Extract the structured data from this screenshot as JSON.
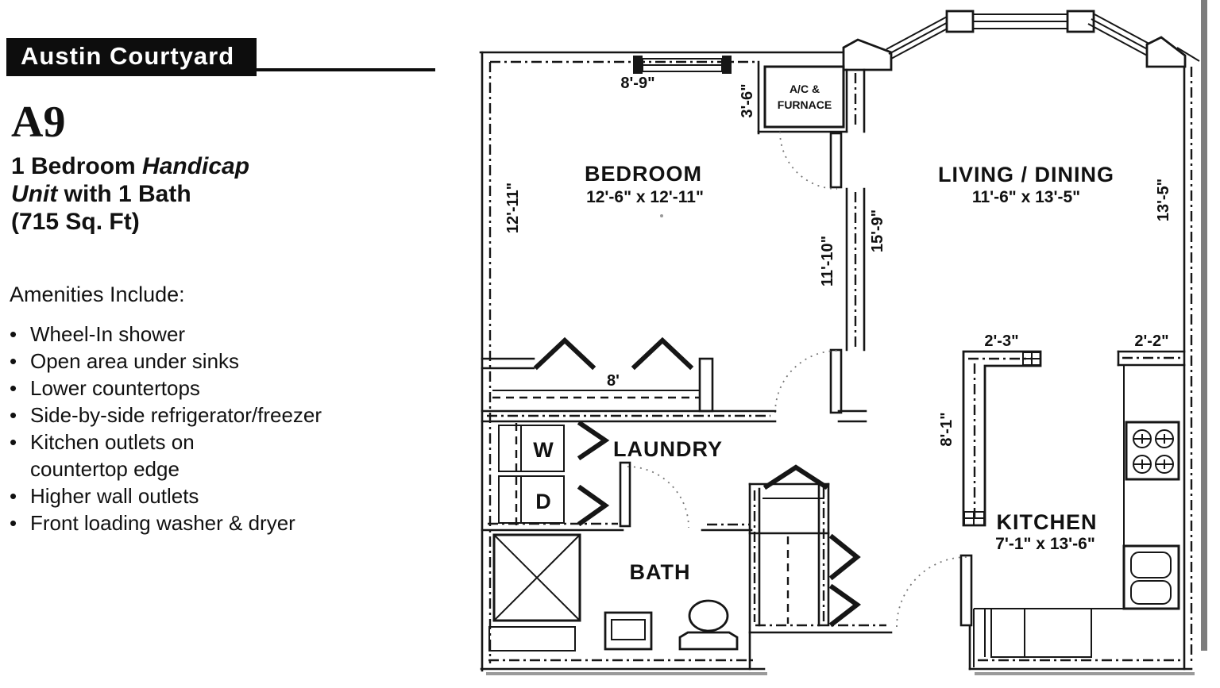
{
  "header": {
    "banner": "Austin Courtyard",
    "unit_code": "A9",
    "subtitle": {
      "line1a": "1 Bedroom ",
      "line1b_italic": "Handicap",
      "line2a_italic": "Unit",
      "line2b": " with 1 Bath",
      "line3": "(715 Sq. Ft)"
    }
  },
  "amenities": {
    "heading": "Amenities Include:",
    "bullet": "•",
    "items": [
      "Wheel-In shower",
      "Open area under sinks",
      "Lower countertops",
      "Side-by-side refrigerator/freezer",
      "Kitchen outlets on\ncountertop edge",
      "Higher wall outlets",
      "Front loading washer & dryer"
    ]
  },
  "floorplan": {
    "rooms": {
      "bedroom": {
        "name": "BEDROOM",
        "dims": "12'-6\" x 12'-11\""
      },
      "living": {
        "name": "LIVING / DINING",
        "dims": "11'-6\" x 13'-5\""
      },
      "kitchen": {
        "name": "KITCHEN",
        "dims": "7'-1\" x 13'-6\""
      },
      "bath": {
        "name": "BATH"
      },
      "laundry": {
        "name": "LAUNDRY",
        "washer": "W",
        "dryer": "D"
      },
      "ac_closet": {
        "line1": "A/C &",
        "line2": "FURNACE"
      }
    },
    "dimensions": {
      "bedroom_window": "8'-9\"",
      "ac_wall": "3'-6\"",
      "bedroom_left": "12'-11\"",
      "hall_left": "11'-10\"",
      "living_left": "15'-9\"",
      "living_right": "13'-5\"",
      "closet_width": "8'",
      "counter_top": "2'-3\"",
      "counter_right": "2'-2\"",
      "counter_side": "8'-1\""
    },
    "colors": {
      "line": "#161616",
      "scan_strip": "#7d7d7d"
    }
  }
}
